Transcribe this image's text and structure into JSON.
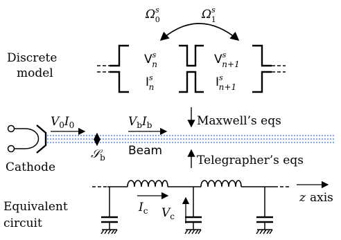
{
  "discrete": {
    "label_line1": "Discrete",
    "label_line2": "model",
    "omega0": {
      "base": "Ω",
      "sub": "0",
      "sup": "s"
    },
    "omega1": {
      "base": "Ω",
      "sub": "1",
      "sup": "s"
    },
    "V_n": {
      "base": "V",
      "sub": "n",
      "sup": "s"
    },
    "V_n1": {
      "base": "V",
      "sub": "n+1",
      "sup": "s"
    },
    "I_n": {
      "base": "I",
      "sub": "n",
      "sup": "s"
    },
    "I_n1": {
      "base": "I",
      "sub": "n+1",
      "sup": "s"
    }
  },
  "maxwell": "Maxwell’s eqs",
  "telegrapher": "Telegrapher’s eqs",
  "beam": {
    "label": "Beam",
    "V0I0": {
      "v": "V",
      "vsub": "0",
      "i": "I",
      "isub": "0"
    },
    "VbIb": {
      "v": "V",
      "vsub": "b",
      "i": "I",
      "isub": "b"
    },
    "Sb": {
      "base": "𝒮",
      "sub": "b"
    }
  },
  "cathode": "Cathode",
  "circuit": {
    "label_line1": "Equivalent",
    "label_line2": "circuit",
    "Ic": {
      "base": "I",
      "sub": "c"
    },
    "Vc": {
      "base": "V",
      "sub": "c"
    },
    "z_axis": {
      "var": "z",
      "text": "axis"
    }
  }
}
